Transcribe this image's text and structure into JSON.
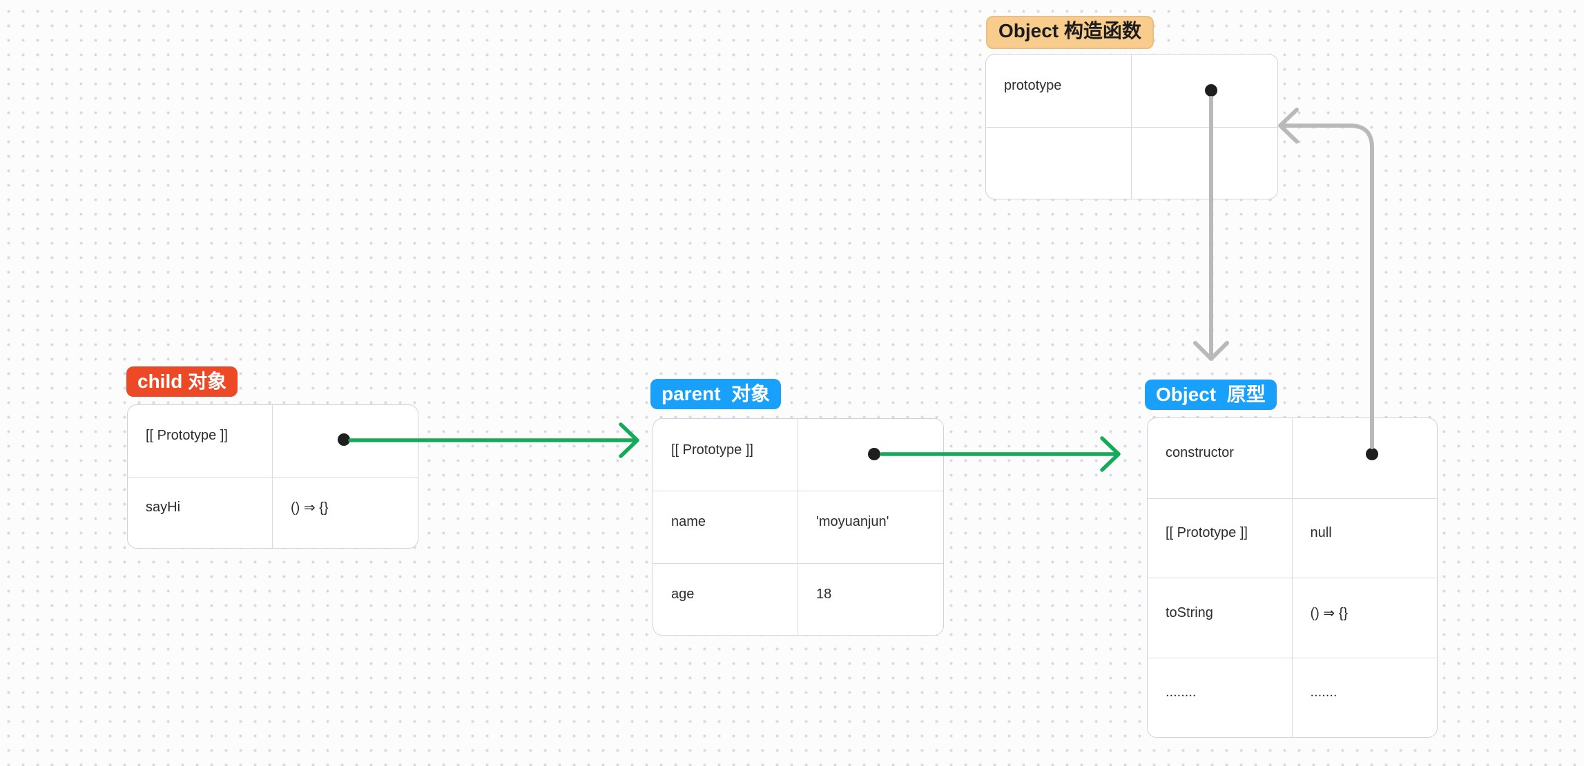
{
  "colors": {
    "bg": "#fcfcfd",
    "grid_dot": "#d9d9de",
    "green": "#13ab57",
    "gray_arrow": "#b9b9b9",
    "red_label": "#ec4a27",
    "blue_label": "#18a0fb",
    "peach_label": "#f8cc8c",
    "peach_border": "#ecbd7f",
    "dot": "#1e1e1e",
    "text": "#2c2c2e",
    "line": "#dbdbde",
    "border": "#d2d2d6"
  },
  "nodes": {
    "child": {
      "label": "child 对象",
      "rows": [
        {
          "key": "[[ Prototype ]]",
          "value": ""
        },
        {
          "key": "sayHi",
          "value": "() ⇒ {}"
        }
      ]
    },
    "parent": {
      "label": "parent  对象",
      "rows": [
        {
          "key": "[[ Prototype ]]",
          "value": ""
        },
        {
          "key": "name",
          "value": "'moyuanjun'"
        },
        {
          "key": "age",
          "value": "18"
        }
      ]
    },
    "object_prototype": {
      "label": "Object  原型",
      "rows": [
        {
          "key": "constructor",
          "value": ""
        },
        {
          "key": "[[ Prototype ]]",
          "value": "null"
        },
        {
          "key": "toString",
          "value": "() ⇒ {}"
        },
        {
          "key": "........",
          "value": "......."
        }
      ]
    },
    "object_constructor": {
      "label": "Object 构造函数",
      "rows": [
        {
          "key": "prototype",
          "value": ""
        },
        {
          "key": "",
          "value": ""
        }
      ]
    }
  },
  "edges": [
    {
      "from": "child.[[ Prototype ]]",
      "to": "parent",
      "color": "green"
    },
    {
      "from": "parent.[[ Prototype ]]",
      "to": "object_prototype",
      "color": "green"
    },
    {
      "from": "object_constructor.prototype",
      "to": "object_prototype",
      "color": "gray"
    },
    {
      "from": "object_prototype.constructor",
      "to": "object_constructor",
      "color": "gray"
    }
  ]
}
